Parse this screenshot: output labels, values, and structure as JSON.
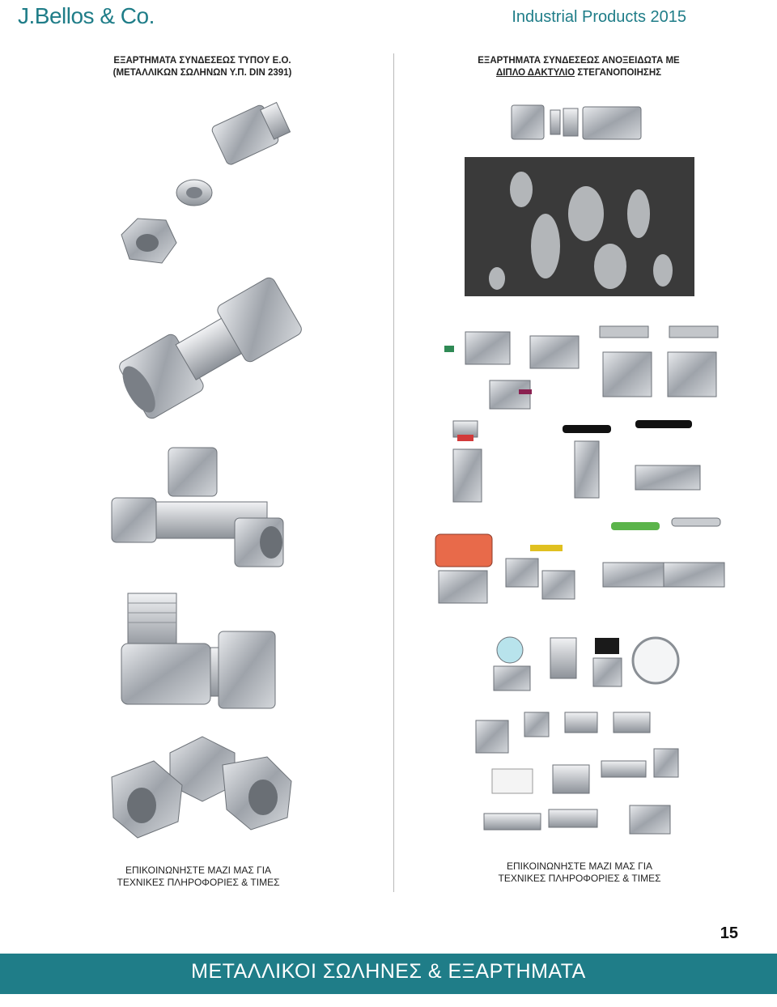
{
  "header": {
    "brand": "J.Bellos & Co.",
    "catalog": "Industrial Products 2015"
  },
  "left_column": {
    "heading_line1": "ΕΞΑΡΤΗΜΑΤΑ ΣΥΝΔΕΣΕΩΣ ΤΥΠΟΥ Ε.Ο.",
    "heading_line2": "(ΜΕΤΑΛΛΙΚΩΝ ΣΩΛΗΝΩΝ Υ.Π. DIN 2391)",
    "contact_line1": "ΕΠΙΚΟΙΝΩΝΗΣΤΕ ΜΑΖΙ ΜΑΣ ΓΙΑ",
    "contact_line2": "ΤΕΧΝΙΚΕΣ ΠΛΗΡΟΦΟΡΙΕΣ & ΤΙΜΕΣ"
  },
  "right_column": {
    "heading_line1": "ΕΞΑΡΤΗΜΑΤΑ ΣΥΝΔΕΣΕΩΣ ΑΝΟΞΕΙΔΩΤΑ ΜΕ",
    "heading_underlined": "ΔΙΠΛΟ ΔΑΚΤΥΛΙΟ",
    "heading_rest": " ΣΤΕΓΑΝΟΠΟΙΗΣΗΣ",
    "contact_line1": "ΕΠΙΚΟΙΝΩΝΗΣΤΕ ΜΑΖΙ ΜΑΣ ΓΙΑ",
    "contact_line2": "ΤΕΧΝΙΚΕΣ ΠΛΗΡΟΦΟΡΙΕΣ & ΤΙΜΕΣ"
  },
  "footer": {
    "page_number": "15",
    "title": "ΜΕΤΑΛΛΙΚΟΙ ΣΩΛΗΝΕΣ & ΕΞΑΡΤΗΜΑΤΑ"
  },
  "colors": {
    "accent": "#1f7d88",
    "steel": "#b8bcc2",
    "dark_panel": "#3a3a3a"
  }
}
